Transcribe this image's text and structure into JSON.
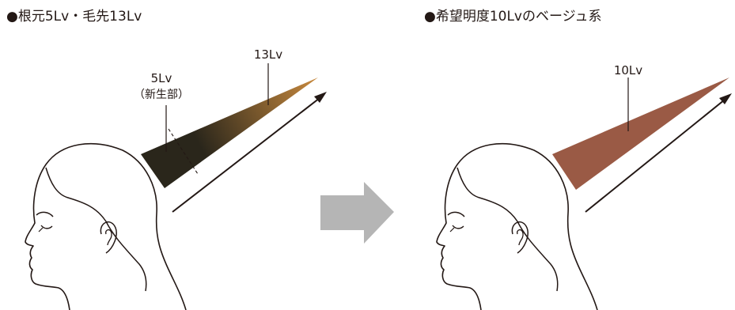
{
  "left_panel": {
    "heading": "●根元5Lv・毛先13Lv",
    "label_root": "5Lv",
    "label_root_note": "（新生部）",
    "label_tip": "13Lv"
  },
  "right_panel": {
    "heading": "●希望明度10Lvのベージュ系",
    "label_hair": "10Lv"
  },
  "colors": {
    "root_dark": "#2a261b",
    "tip_orange": "#c98a3e",
    "beige_target": "#9a5a45",
    "arrow_gray": "#b5b5b5",
    "line": "#231815"
  }
}
